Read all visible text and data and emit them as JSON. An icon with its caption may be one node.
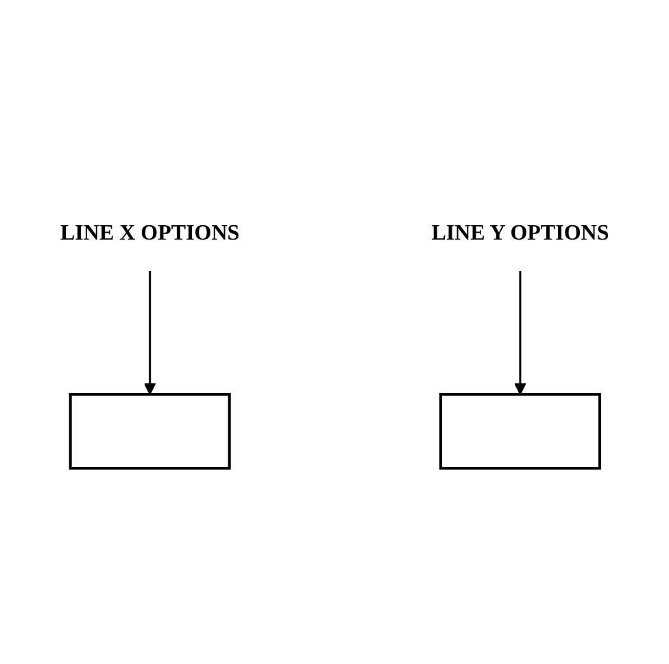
{
  "diagram": {
    "nodes": [
      {
        "text": [],
        "shape": "box"
      },
      {
        "text": [
          "LINE X OPTIONS"
        ]
      },
      {
        "text": [
          "LINE Y OPTIONS"
        ]
      },
      {
        "text": [],
        "shape": "box"
      }
    ],
    "edges": [
      {
        "from": 1,
        "to": 0,
        "arrow": "to"
      },
      {
        "from": 2,
        "to": 3,
        "arrow": "to"
      }
    ]
  }
}
